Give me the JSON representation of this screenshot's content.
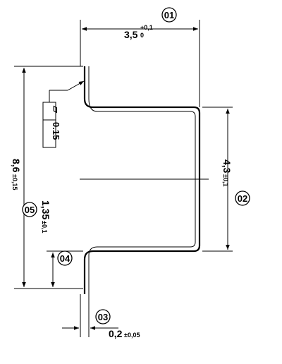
{
  "drawing": {
    "dim_width": {
      "value": "3,5",
      "tol_upper": "+0,1",
      "tol_lower": "0",
      "balloon": "01"
    },
    "dim_inner_height": {
      "value": "4,3",
      "tol": "±0,1",
      "balloon": "02"
    },
    "dim_thickness": {
      "value": "0,2",
      "tol": "±0,05",
      "balloon": "03"
    },
    "dim_flange": {
      "value": "1,35",
      "tol": "±0,1",
      "balloon": "04"
    },
    "dim_total_height": {
      "value": "8,6",
      "tol": "±0,15",
      "balloon": "05"
    },
    "flatness": {
      "symbol": "▱",
      "value": "0.15"
    }
  },
  "colors": {
    "ink": "#000000",
    "paper": "#ffffff"
  }
}
